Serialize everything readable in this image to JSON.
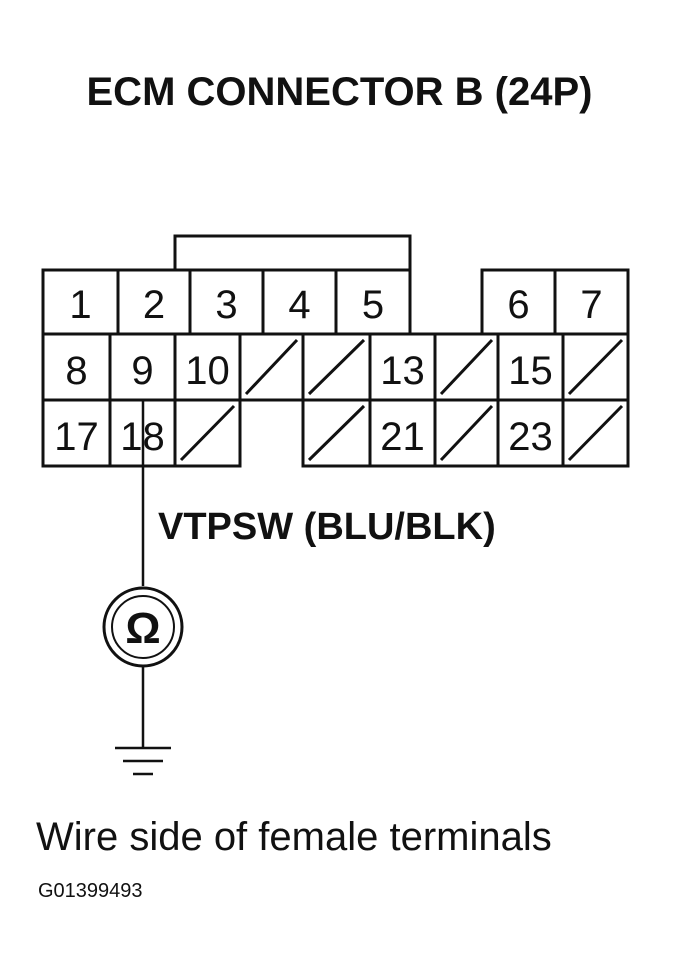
{
  "title": "ECM CONNECTOR B (24P)",
  "signal_label": "VTPSW (BLU/BLK)",
  "caption": "Wire side of female terminals",
  "figure_id": "G01399493",
  "connector": {
    "rows": [
      [
        {
          "type": "pin",
          "label": "1"
        },
        {
          "type": "pin",
          "label": "2"
        },
        {
          "type": "pin",
          "label": "3"
        },
        {
          "type": "pin",
          "label": "4"
        },
        {
          "type": "pin",
          "label": "5"
        },
        {
          "type": "gap"
        },
        {
          "type": "pin",
          "label": "6"
        },
        {
          "type": "pin",
          "label": "7"
        }
      ],
      [
        {
          "type": "pin",
          "label": "8"
        },
        {
          "type": "pin",
          "label": "9"
        },
        {
          "type": "pin",
          "label": "10"
        },
        {
          "type": "empty"
        },
        {
          "type": "empty"
        },
        {
          "type": "pin",
          "label": "13"
        },
        {
          "type": "empty"
        },
        {
          "type": "pin",
          "label": "15"
        },
        {
          "type": "empty"
        }
      ],
      [
        {
          "type": "pin",
          "label": "17"
        },
        {
          "type": "pin",
          "label": "18"
        },
        {
          "type": "empty"
        },
        {
          "type": "gap"
        },
        {
          "type": "empty"
        },
        {
          "type": "pin",
          "label": "21"
        },
        {
          "type": "empty"
        },
        {
          "type": "pin",
          "label": "23"
        },
        {
          "type": "empty"
        }
      ]
    ],
    "probe_pin": "18"
  },
  "meter": {
    "symbol": "Ω",
    "icon": "ohmmeter-icon"
  },
  "ground": {
    "icon": "ground-icon"
  }
}
